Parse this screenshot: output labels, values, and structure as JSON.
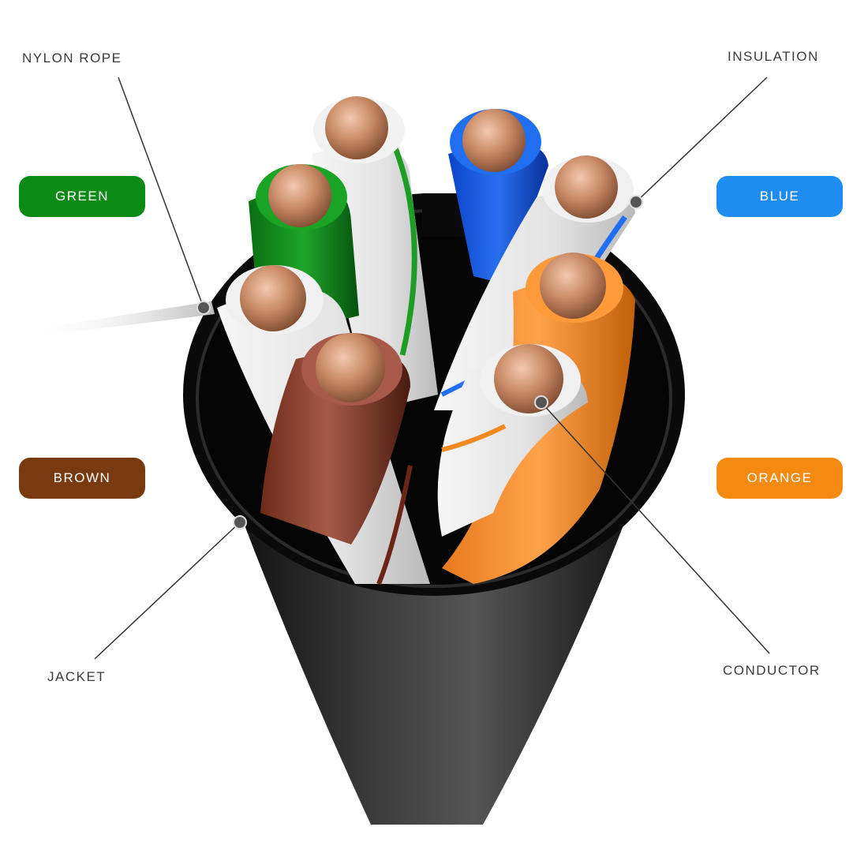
{
  "labels": {
    "nylon_rope": "NYLON ROPE",
    "insulation": "INSULATION",
    "jacket": "JACKET",
    "conductor": "CONDUCTOR"
  },
  "pairs": [
    {
      "key": "green",
      "label": "GREEN",
      "color": "#0c8a16"
    },
    {
      "key": "blue",
      "label": "BLUE",
      "color": "#1f8cf2"
    },
    {
      "key": "brown",
      "label": "BROWN",
      "color": "#7a3a10"
    },
    {
      "key": "orange",
      "label": "ORANGE",
      "color": "#f58a12"
    }
  ],
  "colors": {
    "jacket": "#2a2a2a",
    "copper": "#c98a66",
    "insulation_white": "#e8e8e8",
    "leader_line": "#333333"
  }
}
